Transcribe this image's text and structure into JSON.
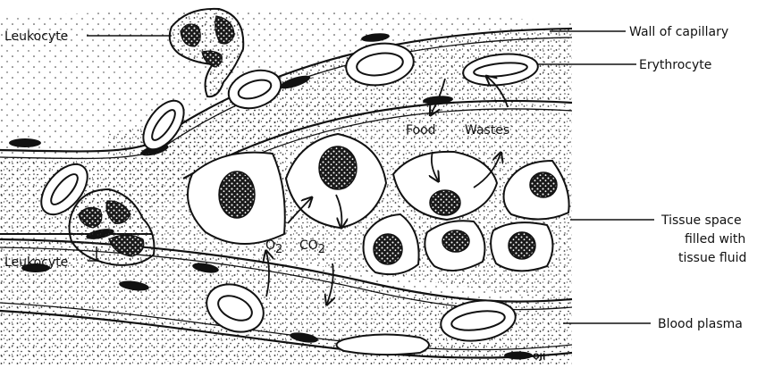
{
  "labels": {
    "leukocyte_top": "Leukocyte",
    "leukocyte_bottom": "Leukocyte",
    "wall_of_capillary": "Wall of capillary",
    "erythrocyte": "Erythrocyte",
    "food": "Food",
    "wastes": "Wastes",
    "tissue_space_line1": "Tissue space",
    "tissue_space_line2": "filled with",
    "tissue_space_line3": "tissue fluid",
    "o2_base": "O",
    "o2_sub": "2",
    "co2_base": "CO",
    "co2_sub": "2",
    "blood_plasma": "Blood plasma",
    "signature": "OJI"
  }
}
